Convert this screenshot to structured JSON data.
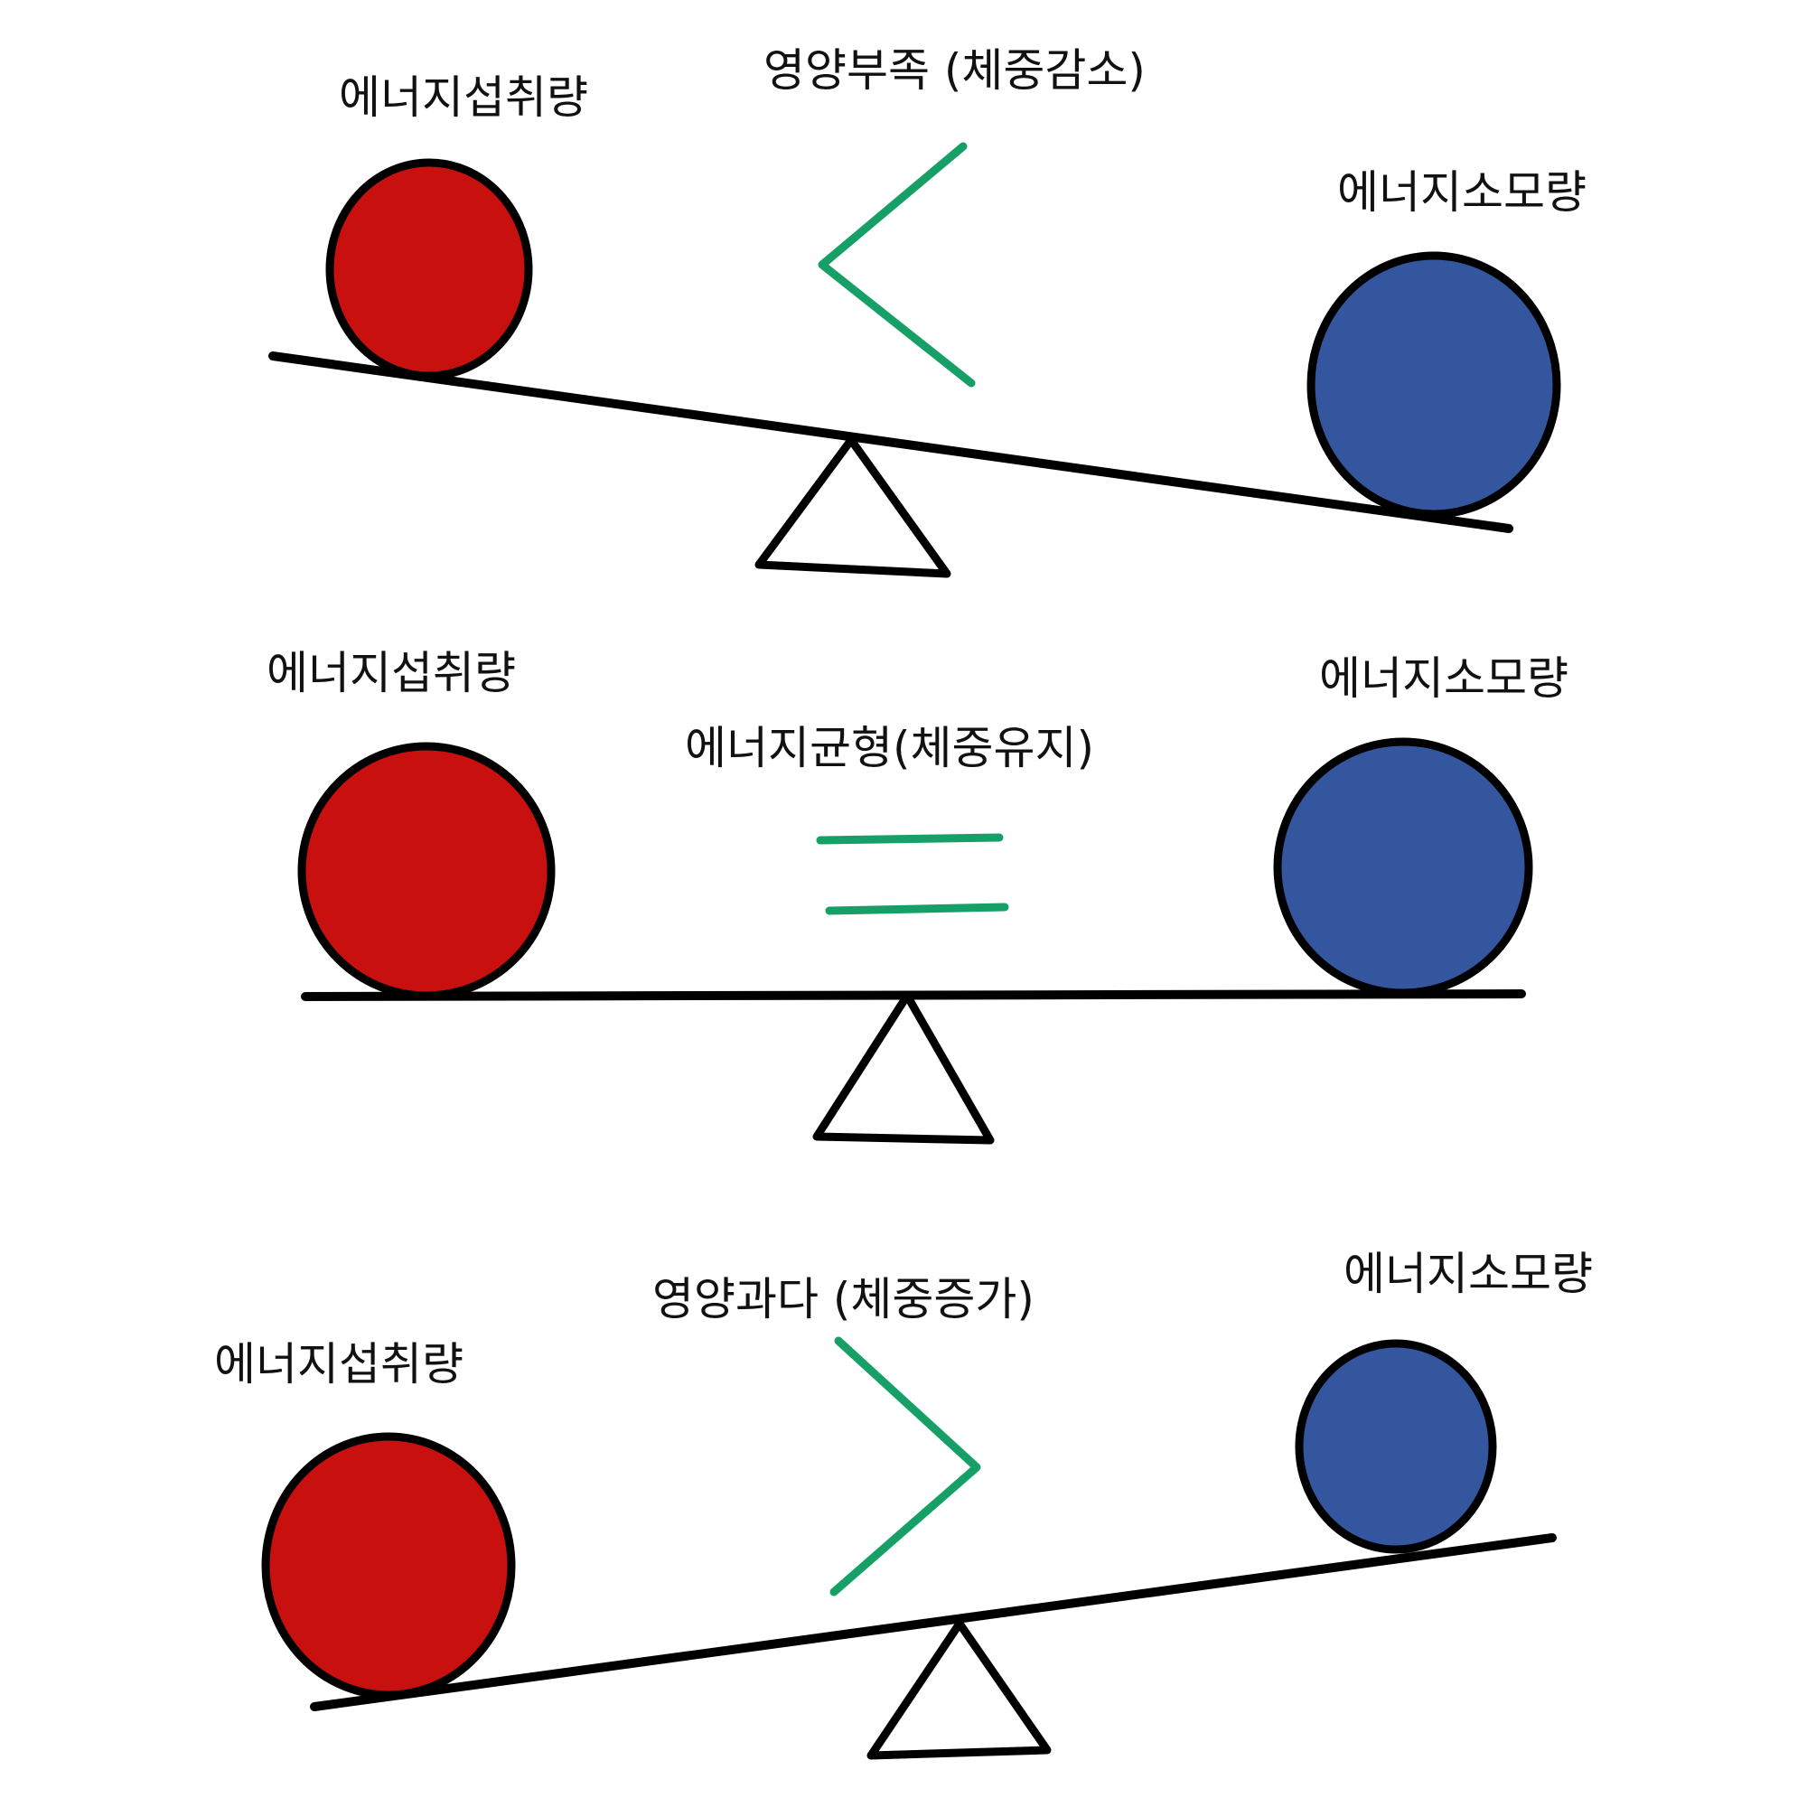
{
  "colors": {
    "intake": "#C8100F",
    "expenditure": "#34569F",
    "sign": "#16A067",
    "line": "#000000"
  },
  "panels": [
    {
      "intake_label": "에너지섭취량",
      "expenditure_label": "에너지소모량",
      "state_label": "영양부족 (체중감소)",
      "comparison": "<",
      "sign_icon": "less-than-icon",
      "tilt": "left-side-up"
    },
    {
      "intake_label": "에너지섭취량",
      "expenditure_label": "에너지소모량",
      "state_label": "에너지균형(체중유지)",
      "comparison": "=",
      "sign_icon": "equals-icon",
      "tilt": "level"
    },
    {
      "intake_label": "에너지섭취량",
      "expenditure_label": "에너지소모량",
      "state_label": "영양과다 (체중증가)",
      "comparison": ">",
      "sign_icon": "greater-than-icon",
      "tilt": "right-side-up"
    }
  ]
}
